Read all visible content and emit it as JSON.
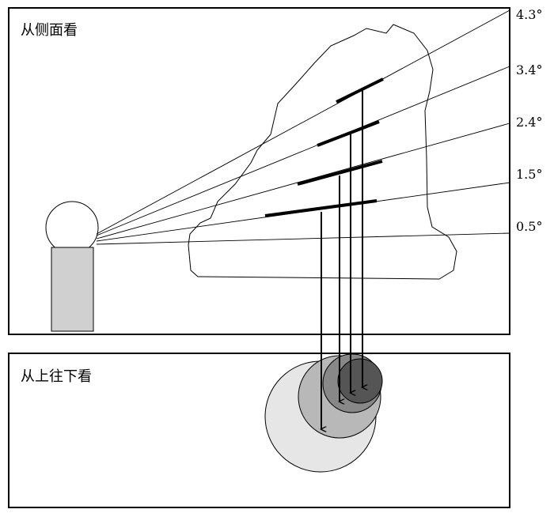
{
  "side_view": {
    "title": "从侧面看"
  },
  "top_view": {
    "title": "从上往下看"
  },
  "beams": [
    {
      "label": "4.3°"
    },
    {
      "label": "3.4°"
    },
    {
      "label": "2.4°"
    },
    {
      "label": "1.5°"
    },
    {
      "label": "0.5°"
    }
  ],
  "colors": {
    "outline": "#000000",
    "radar_body": "#d0d0d0",
    "footprint_1": "#e6e6e6",
    "footprint_2": "#b8b8b8",
    "footprint_3": "#888888",
    "footprint_4": "#555555"
  }
}
